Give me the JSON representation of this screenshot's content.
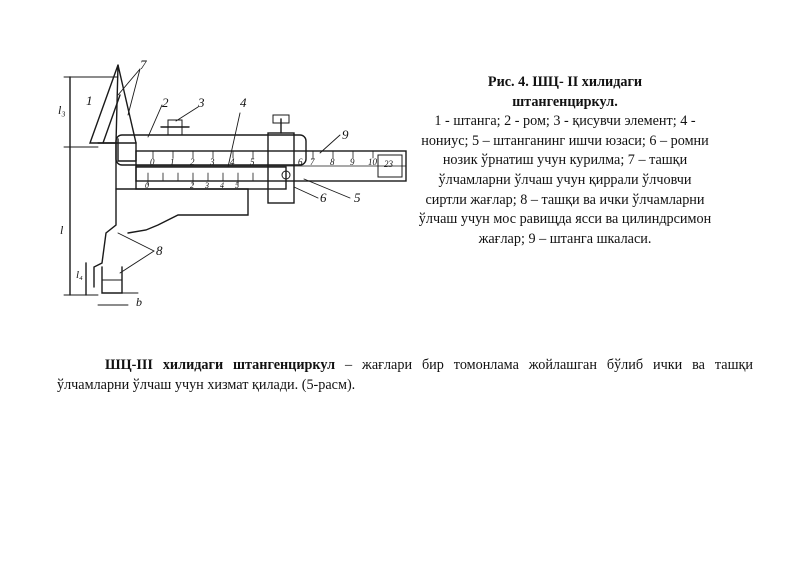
{
  "figure": {
    "callouts": [
      "1",
      "2",
      "3",
      "4",
      "5",
      "6",
      "7",
      "8",
      "9"
    ],
    "main_scale": [
      "0",
      "1",
      "2",
      "3",
      "4",
      "5",
      "6",
      "7",
      "8",
      "9",
      "10",
      "23"
    ],
    "vernier_scale": [
      "0",
      "2",
      "3",
      "4",
      "5"
    ],
    "dims": [
      "l₃",
      "l",
      "l₄",
      "b"
    ]
  },
  "caption": {
    "title_line1": "Рис. 4. ШЦ- II хилидаги",
    "title_line2": "штангенциркул.",
    "text": "1 - штанга; 2 - ром; 3 - қисувчи элемент; 4 - нониус; 5 – штанганинг ишчи юзаси; 6 – ромни нозик ўрнатиш учун курилма; 7 – ташқи ўлчамларни ўлчаш учун қиррали ўлчовчи сиртли жағлар; 8 – ташқи ва ички ўлчамларни ўлчаш учун мос равищда ясси ва цилиндрсимон жағлар; 9 – штанга шкаласи."
  },
  "body": {
    "lead": "ШЦ-III хилидаги штангенциркул",
    "rest": " – жағлари бир томонлама жойлашган бўлиб ички ва ташқи ўлчамларни ўлчаш учун хизмат қилади. (5-расм)."
  }
}
